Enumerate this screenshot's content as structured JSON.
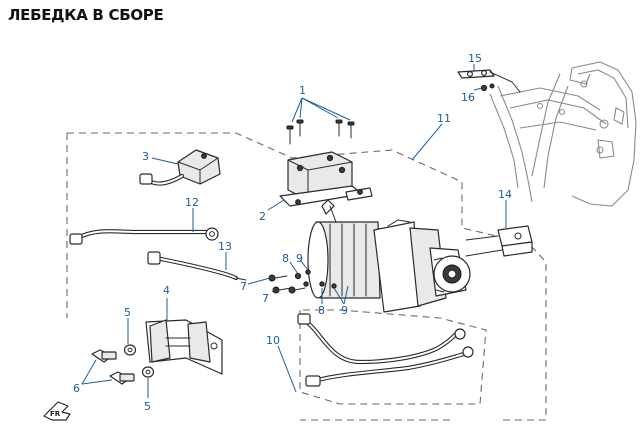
{
  "title": "ЛЕБЕДКА В СБОРЕ",
  "colors": {
    "callout": "#1a5e9e",
    "line_art": "#2a2a2a",
    "frame": "#8a8a8a"
  },
  "callouts": [
    {
      "id": "c1",
      "label": "1"
    },
    {
      "id": "c2",
      "label": "2"
    },
    {
      "id": "c3",
      "label": "3"
    },
    {
      "id": "c4",
      "label": "4"
    },
    {
      "id": "c5a",
      "label": "5"
    },
    {
      "id": "c5b",
      "label": "5"
    },
    {
      "id": "c6",
      "label": "6"
    },
    {
      "id": "c7a",
      "label": "7"
    },
    {
      "id": "c7b",
      "label": "7"
    },
    {
      "id": "c8a",
      "label": "8"
    },
    {
      "id": "c8b",
      "label": "8"
    },
    {
      "id": "c9a",
      "label": "9"
    },
    {
      "id": "c9b",
      "label": "9"
    },
    {
      "id": "c10",
      "label": "10"
    },
    {
      "id": "c11",
      "label": "11"
    },
    {
      "id": "c12",
      "label": "12"
    },
    {
      "id": "c13",
      "label": "13"
    },
    {
      "id": "c14",
      "label": "14"
    },
    {
      "id": "c15",
      "label": "15"
    },
    {
      "id": "c16",
      "label": "16"
    }
  ],
  "orientation_marker": {
    "label": "FR",
    "icon": "front-direction-arrow-icon"
  }
}
